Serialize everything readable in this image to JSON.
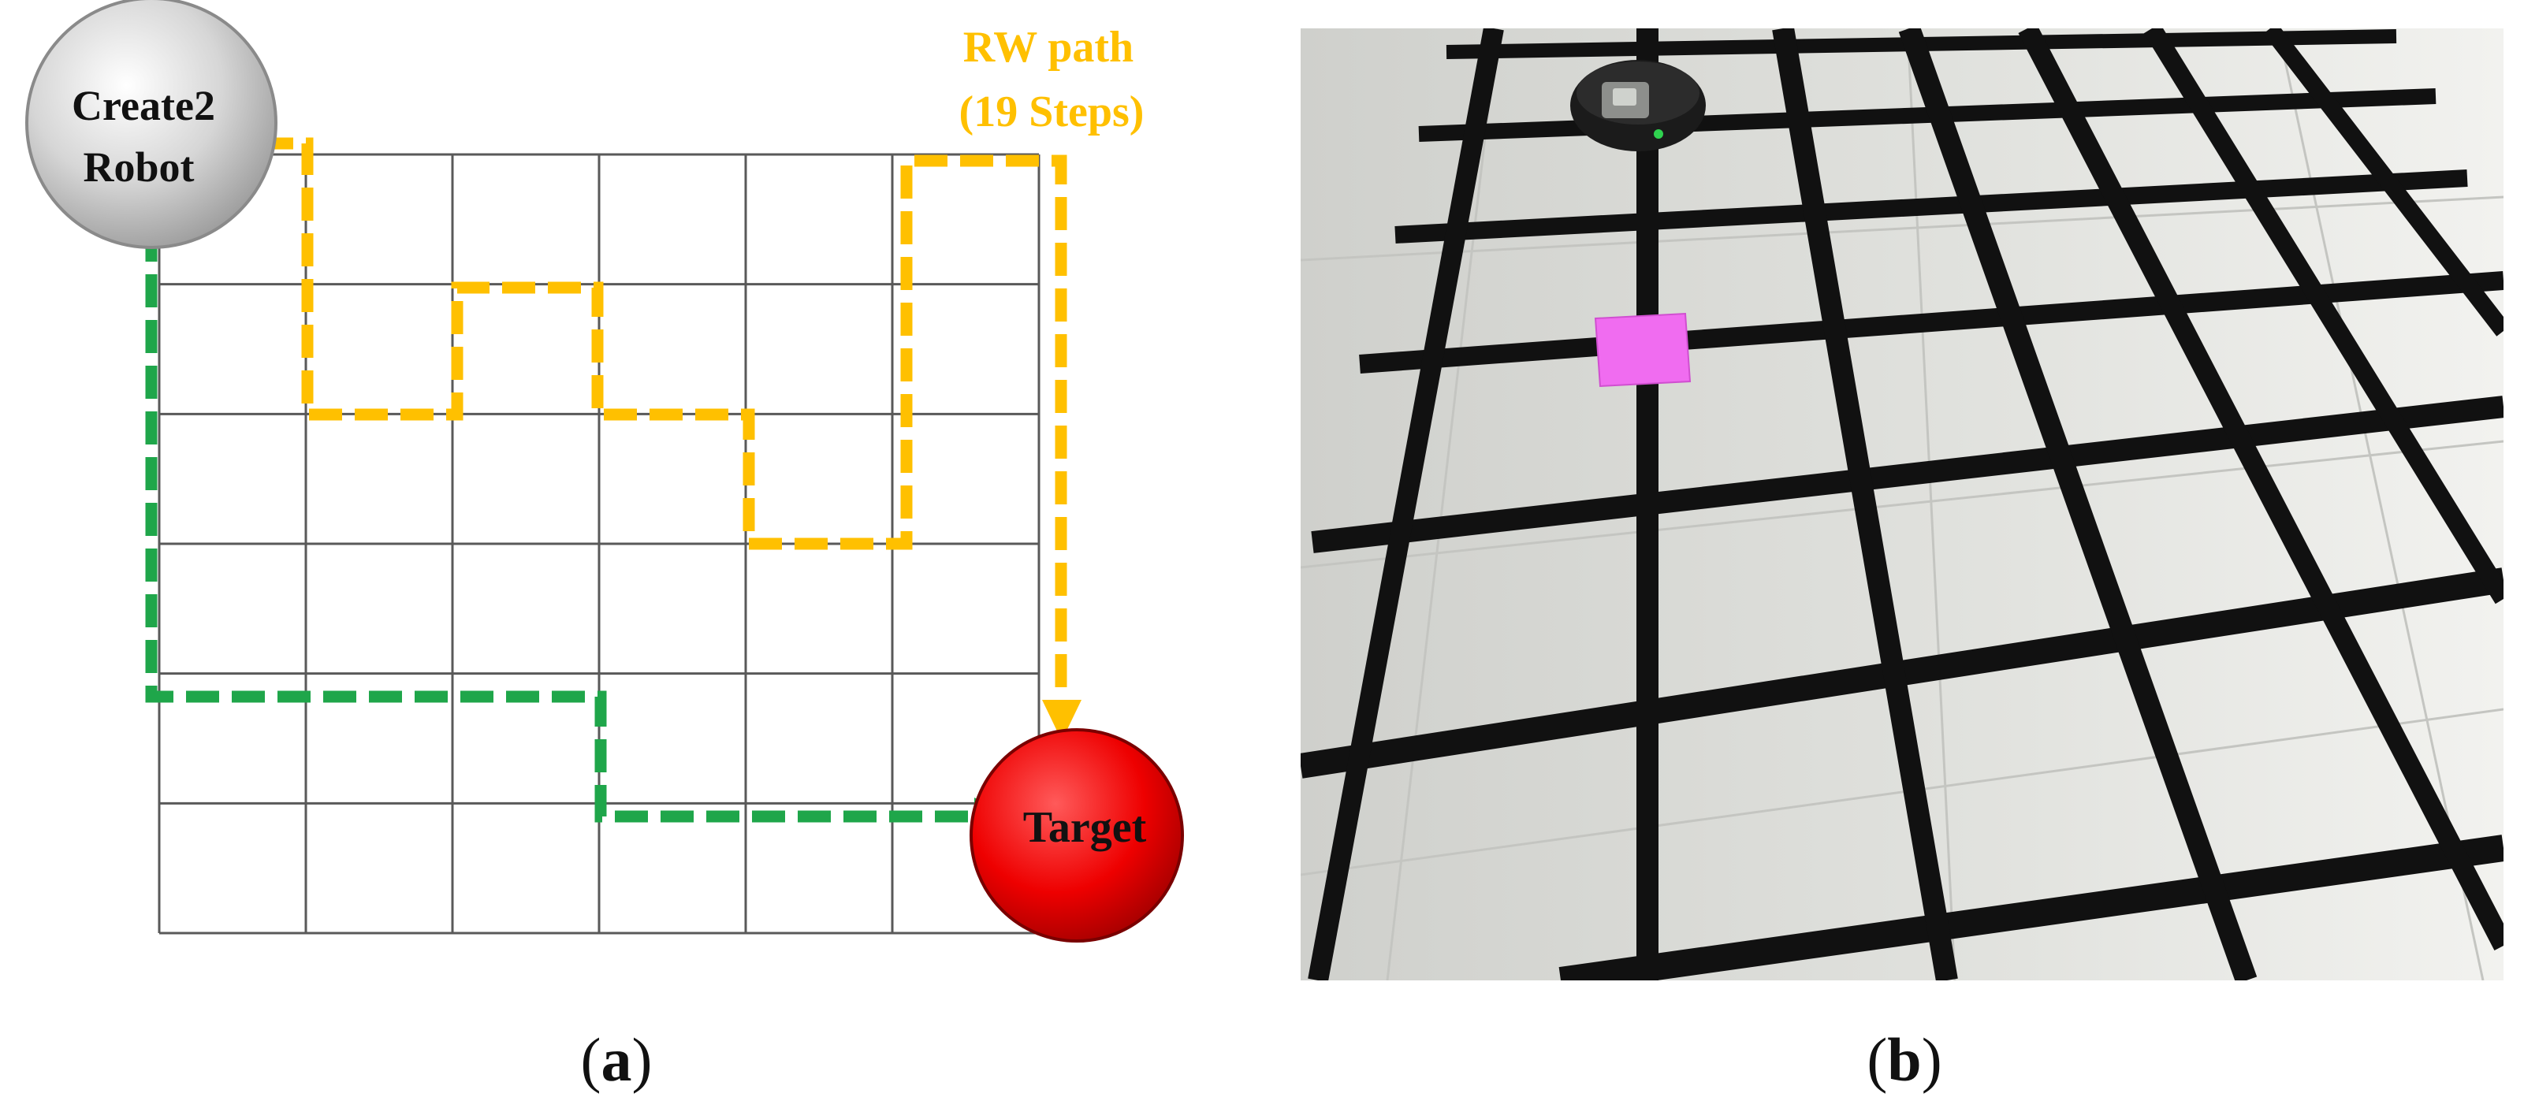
{
  "panel_a": {
    "robot_label_line1": "Create2",
    "robot_label_line2": "Robot",
    "target_label": "Target",
    "rw_label_line1": "RW path",
    "rw_label_line2": "(19 Steps)",
    "grid": {
      "columns": 6,
      "rows": 6
    },
    "colors": {
      "rw_path": "#FFC000",
      "shortest_path": "#1FA64A",
      "target": "#E00000",
      "robot": "#C8C8C8",
      "grid_line": "#595959"
    }
  },
  "panel_b": {
    "description_icons": [
      "robot-vacuum",
      "pink-target-marker",
      "tape-grid-floor"
    ],
    "colors": {
      "tape": "#111111",
      "floor": "#D9DAD6",
      "marker": "#F06CF0"
    }
  },
  "captions": {
    "a_open": "(",
    "a_letter": "a",
    "a_close": ")",
    "b_open": "(",
    "b_letter": "b",
    "b_close": ")"
  }
}
